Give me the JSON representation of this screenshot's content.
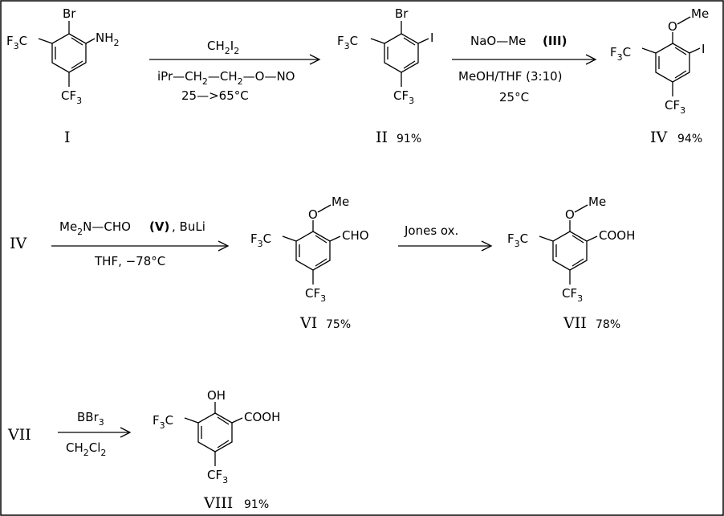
{
  "compounds": {
    "I": {
      "label": "I",
      "yield": ""
    },
    "II": {
      "label": "II",
      "yield": "91%"
    },
    "IV": {
      "label": "IV",
      "yield": "94%"
    },
    "VI": {
      "label": "VI",
      "yield": "75%"
    },
    "VII": {
      "label": "VII",
      "yield": "78%"
    },
    "VIII": {
      "label": "VIII",
      "yield": "91%"
    }
  },
  "groups": {
    "br": "Br",
    "i": "I",
    "ome": "Me",
    "o": "O",
    "cho": "CHO",
    "cooh": "COOH",
    "oh": "OH",
    "cf3": "CF",
    "cf3_sub": "3",
    "f3c_f": "F",
    "f3c_c": "C",
    "nh2": "NH",
    "nh2_sub": "2"
  },
  "steps": {
    "step1": {
      "above": "CH2I2",
      "below1": "iPr—CH2—CH2—O—NO",
      "below2": "25—>65°C"
    },
    "step2": {
      "above_reagent": "NaO—Me",
      "above_id": "(III)",
      "below1": "MeOH/THF (3:10)",
      "below2": "25°C"
    },
    "step3": {
      "start": "IV",
      "above_reagent": "Me2N—CHO",
      "above_id": "(V)",
      "above_extra": ", BuLi",
      "below": "THF, −78°C"
    },
    "step4": {
      "above": "Jones ox."
    },
    "step5": {
      "start": "VII",
      "above": "BBr3",
      "below": "CH2Cl2"
    }
  }
}
